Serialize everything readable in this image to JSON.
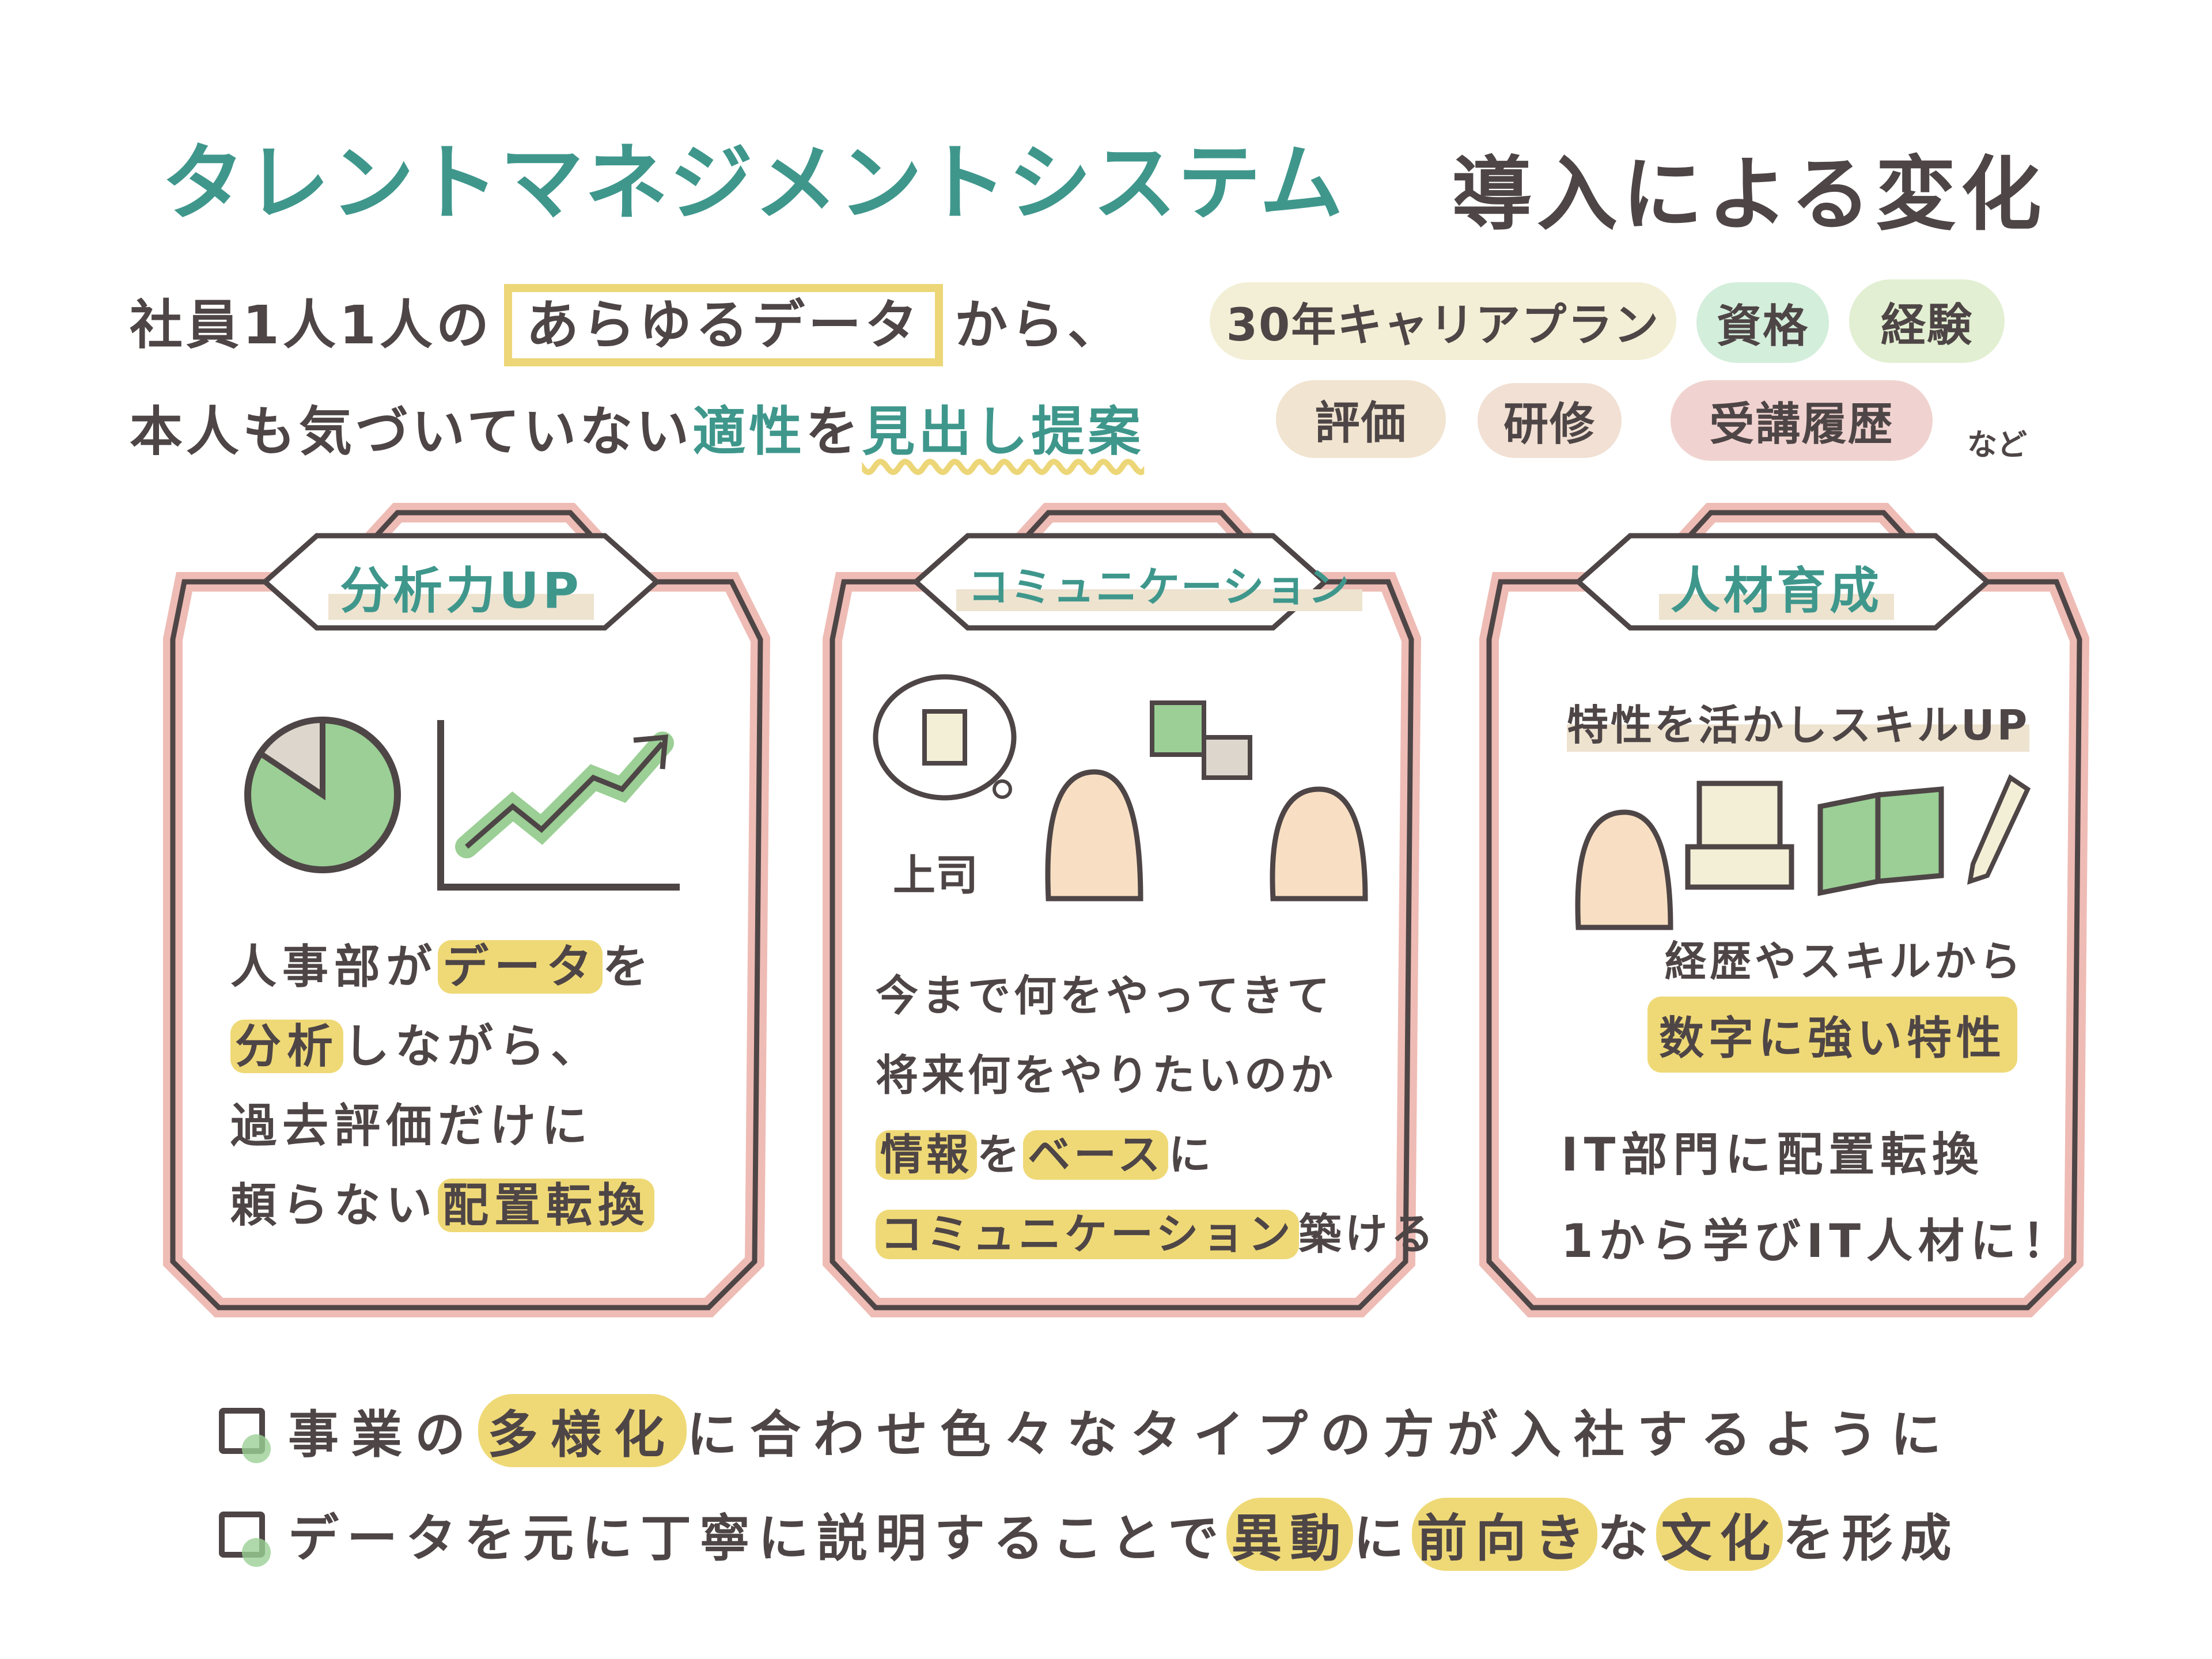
{
  "title": {
    "main": "タレントマネジメントシステム",
    "sub": "導入による変化"
  },
  "lead": {
    "line1_prefix": "社員1人1人の",
    "line1_boxed": "あらゆるデータ",
    "line1_suffix": "から、",
    "line2_prefix": "本人も気づいていない",
    "line2_highlight_a": "適性",
    "line2_mid": "を",
    "line2_highlight_b": "見出し提案"
  },
  "tags": [
    {
      "label": "30年キャリアプラン",
      "color": "#f3efd6"
    },
    {
      "label": "資格",
      "color": "#d3eedb"
    },
    {
      "label": "経験",
      "color": "#e2efd2"
    },
    {
      "label": "評価",
      "color": "#f1e4d0"
    },
    {
      "label": "研修",
      "color": "#f1e0d3"
    },
    {
      "label": "受講履歴",
      "color": "#f0d3d0"
    }
  ],
  "tags_suffix": "など",
  "panels": [
    {
      "title": "分析力UP",
      "lines": [
        {
          "parts": [
            {
              "t": "人事部が"
            },
            {
              "t": "データ",
              "hl": true
            },
            {
              "t": "を"
            }
          ]
        },
        {
          "parts": [
            {
              "t": "分析",
              "hl": true
            },
            {
              "t": "しながら、"
            }
          ]
        },
        {
          "parts": [
            {
              "t": "過去評価だけに"
            }
          ]
        },
        {
          "parts": [
            {
              "t": "頼らない"
            },
            {
              "t": "配置転換",
              "hl": true
            }
          ]
        }
      ]
    },
    {
      "title": "コミュニケーション",
      "boss_label": "上司",
      "lines": [
        {
          "parts": [
            {
              "t": "今まで何をやってきて"
            }
          ]
        },
        {
          "parts": [
            {
              "t": "将来何をやりたいのか"
            }
          ]
        },
        {
          "parts": [
            {
              "t": "情報",
              "hl": true
            },
            {
              "t": "を"
            },
            {
              "t": "ベース",
              "hl": true
            },
            {
              "t": "に"
            }
          ]
        },
        {
          "parts": [
            {
              "t": "コミュニケーション",
              "hl": true
            },
            {
              "t": "築ける"
            }
          ]
        }
      ]
    },
    {
      "title": "人材育成",
      "subtitle": "特性を活かしスキルUP",
      "note": "経歴やスキルから",
      "note_highlight": "数字に強い特性",
      "lines": [
        {
          "parts": [
            {
              "t": "IT部門に配置転換"
            }
          ]
        },
        {
          "parts": [
            {
              "t": "1から学びIT人材に！"
            }
          ]
        }
      ]
    }
  ],
  "bottom": [
    {
      "parts": [
        {
          "t": "事業の"
        },
        {
          "t": "多様化",
          "hl": true
        },
        {
          "t": "に合わせ色々なタイプの方が入社するように"
        }
      ]
    },
    {
      "parts": [
        {
          "t": "データを元に丁寧に説明することで"
        },
        {
          "t": "異動",
          "hl": true
        },
        {
          "t": "に"
        },
        {
          "t": "前向き",
          "hl": true
        },
        {
          "t": "な"
        },
        {
          "t": "文化",
          "hl": true
        },
        {
          "t": "を形成"
        }
      ]
    }
  ],
  "colors": {
    "teal": "#3f978c",
    "ink": "#4e4546",
    "highlight": "#efd976",
    "frame_pink": "#eebcb5",
    "skin": "#f8dfc3",
    "green": "#9bcf95"
  }
}
